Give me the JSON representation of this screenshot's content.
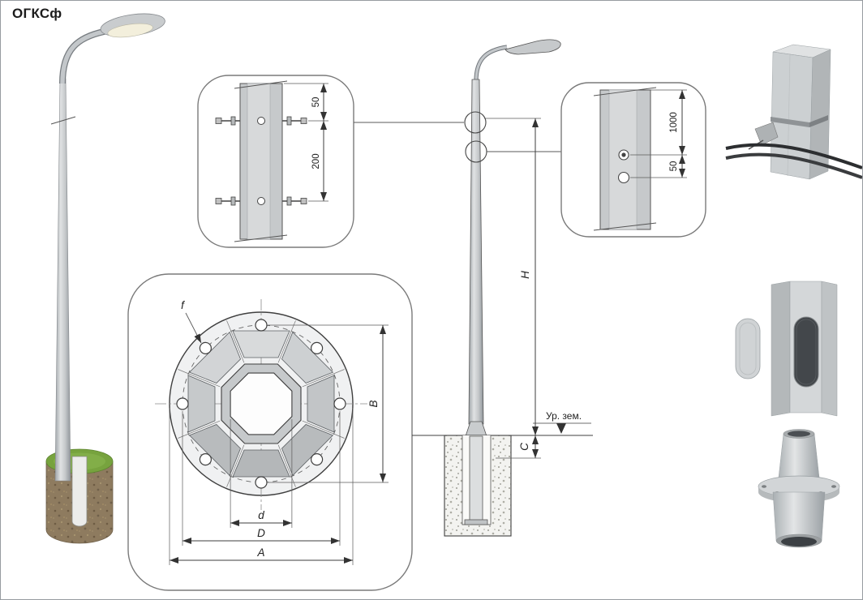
{
  "title": "ОГКСф",
  "detail_top": {
    "dim_offset": "50",
    "dim_spacing": "200"
  },
  "flange": {
    "label_f": "f",
    "label_b": "B",
    "label_d": "d",
    "label_big_d": "D",
    "label_a": "A"
  },
  "elevation": {
    "dim_height": "H",
    "dim_c": "C",
    "ground_label": "Ур. зем."
  },
  "detail_side": {
    "dim_span": "1000",
    "dim_offset": "50"
  }
}
